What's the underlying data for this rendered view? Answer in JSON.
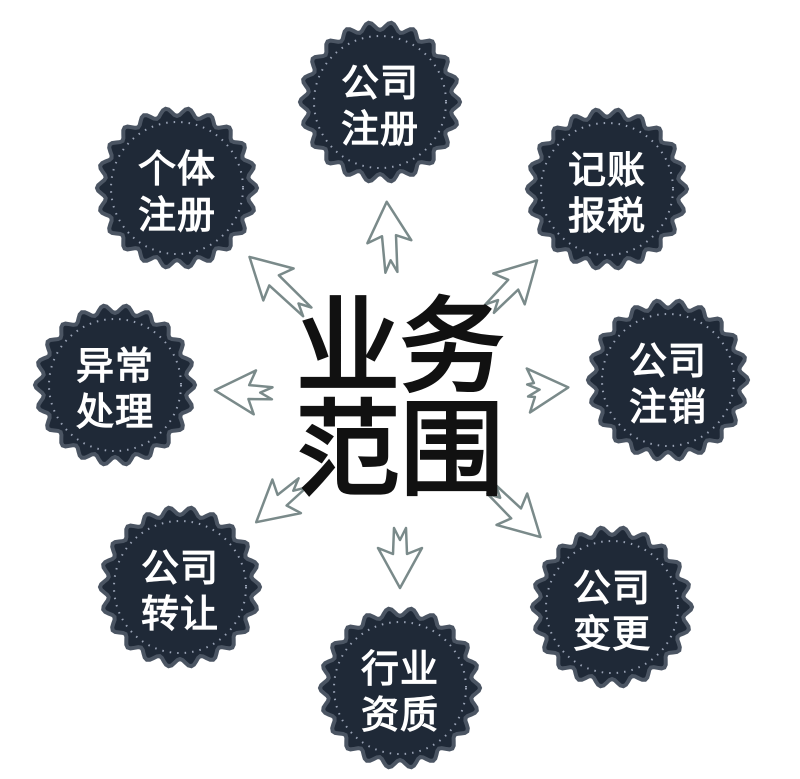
{
  "diagram": {
    "center": {
      "line1": "业务",
      "line2": "范围"
    },
    "nodes": [
      {
        "id": "company-registration",
        "line1": "公司",
        "line2": "注册"
      },
      {
        "id": "bookkeeping-tax",
        "line1": "记账",
        "line2": "报税"
      },
      {
        "id": "company-deregistration",
        "line1": "公司",
        "line2": "注销"
      },
      {
        "id": "company-change",
        "line1": "公司",
        "line2": "变更"
      },
      {
        "id": "industry-qualification",
        "line1": "行业",
        "line2": "资质"
      },
      {
        "id": "company-transfer",
        "line1": "公司",
        "line2": "转让"
      },
      {
        "id": "exception-handling",
        "line1": "异常",
        "line2": "处理"
      },
      {
        "id": "individual-registration",
        "line1": "个体",
        "line2": "注册"
      }
    ]
  },
  "colors": {
    "badge_fill": "#1f2937",
    "badge_rim": "#4b5563",
    "badge_dots": "#9aa3b5",
    "badge_text": "#ffffff",
    "arrow_fill": "#ffffff",
    "arrow_stroke": "#7a8a8a",
    "center_text": "#111111"
  }
}
